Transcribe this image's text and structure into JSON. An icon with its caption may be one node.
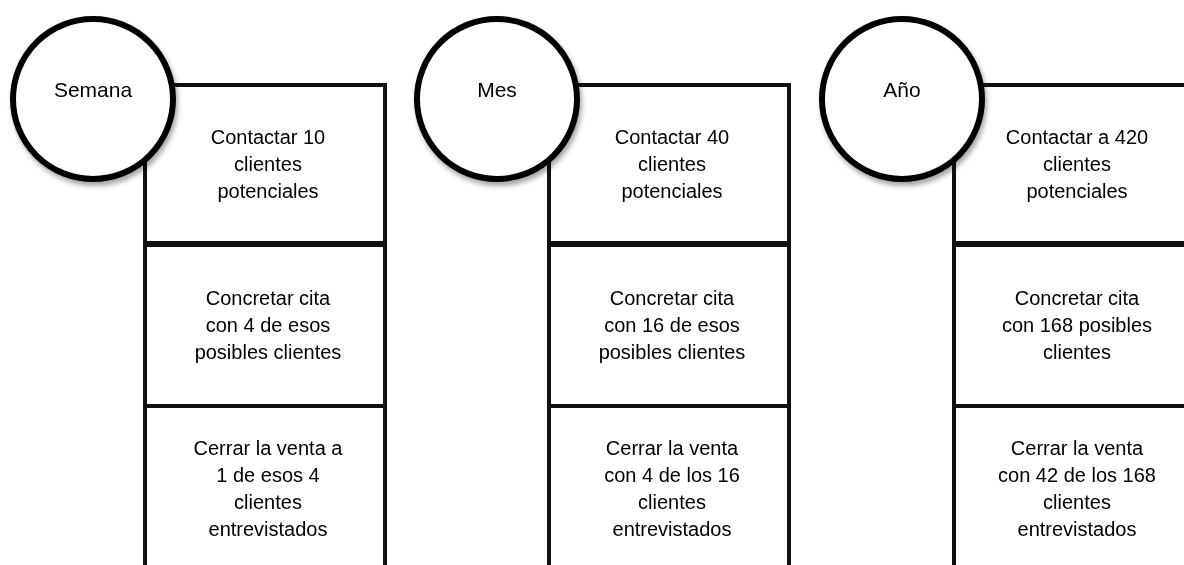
{
  "diagram": {
    "nodes": [
      {
        "text": [
          "Semana"
        ]
      },
      {
        "text": [
          "Contactar 10 clientes potenciales"
        ]
      },
      {
        "text": [
          "Concretar cita con 4 de esos posibles clientes"
        ]
      },
      {
        "text": [
          "Cerrar la venta a 1 de esos 4 clientes entrevistados"
        ]
      },
      {
        "text": [
          "Mes"
        ]
      },
      {
        "text": [
          "Contactar 40 clientes potenciales"
        ]
      },
      {
        "text": [
          "Concretar cita con 16 de esos posibles clientes"
        ]
      },
      {
        "text": [
          "Cerrar la venta con 4 de los 16 clientes entrevistados"
        ]
      },
      {
        "text": [
          "Año"
        ]
      },
      {
        "text": [
          "Contactar a 420 clientes potenciales"
        ]
      },
      {
        "text": [
          "Concretar cita con 168 posibles clientes"
        ]
      },
      {
        "text": [
          "Cerrar la venta con 42 de los 168 clientes entrevistados"
        ]
      }
    ]
  }
}
